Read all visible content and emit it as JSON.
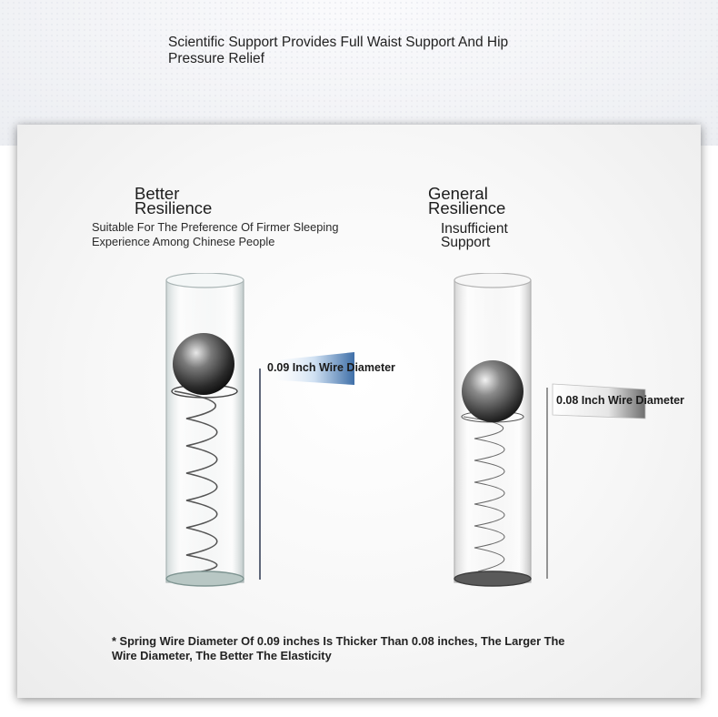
{
  "headline": "Scientific Support Provides Full Waist Support And Hip Pressure Relief",
  "left": {
    "title_line1": "Better",
    "title_line2": "Resilience",
    "description_line1": "Suitable For The Preference Of Firmer Sleeping",
    "description_line2": "Experience Among Chinese People",
    "wire_label": "0.09 Inch Wire Diameter"
  },
  "right": {
    "title_line1": "General",
    "title_line2": "Resilience",
    "subtitle_line1": "Insufficient",
    "subtitle_line2": "Support",
    "wire_label": "0.08 Inch Wire Diameter"
  },
  "footnote_line1": "* Spring Wire Diameter Of 0.09 inches Is Thicker Than 0.08 inches, The Larger The",
  "footnote_line2": "Wire Diameter, The Better The Elasticity",
  "colors": {
    "left_label_accent": "#3f6fa8",
    "right_label_accent": "#6e6e6e"
  }
}
